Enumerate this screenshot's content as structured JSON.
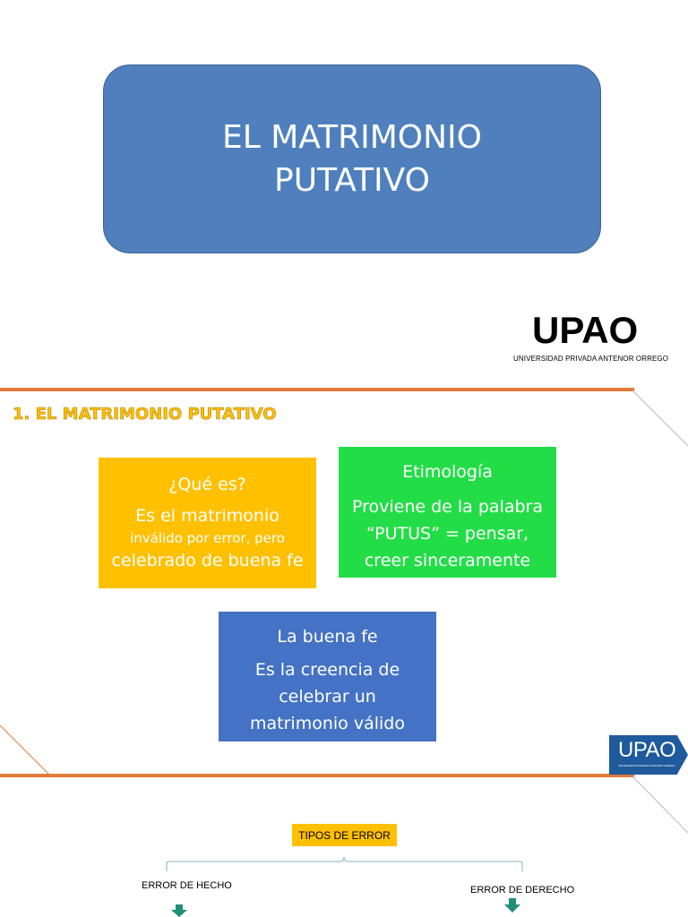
{
  "slide1": {
    "title_line1": "EL MATRIMONIO",
    "title_line2": "PUTATIVO",
    "logo_text": "UPAO",
    "logo_subtitle": "UNIVERSIDAD PRIVADA ANTENOR  ORREGO"
  },
  "slide2": {
    "section_title": "1.  EL MATRIMONIO PUTATIVO",
    "card_que": {
      "heading": "¿Qué es?",
      "line1": "Es el matrimonio",
      "line2": "inválido por error, pero",
      "line3": "celebrado de buena fe"
    },
    "card_etimologia": {
      "heading": "Etimología",
      "line1": "Proviene de la palabra",
      "line2": "“PUTUS” = pensar,",
      "line3": "creer sinceramente"
    },
    "card_buena_fe": {
      "heading": "La buena fe",
      "line1": "Es la creencia de",
      "line2": "celebrar un",
      "line3": "matrimonio válido"
    },
    "logo_text": "UPAO",
    "logo_subtitle": "UNIVERSIDAD PRIVADA ANTENOR ORREGO"
  },
  "slide3": {
    "tipos_label": "TIPOS DE ERROR",
    "left_label": "ERROR DE HECHO",
    "right_label": "ERROR DE DERECHO"
  },
  "colors": {
    "title_box": "#4f80bd",
    "accent_line": "#e07b39",
    "yellow": "#ffc000",
    "green": "#23dd47",
    "blue": "#4472c4",
    "teal_arrow": "#1f8f7a"
  }
}
